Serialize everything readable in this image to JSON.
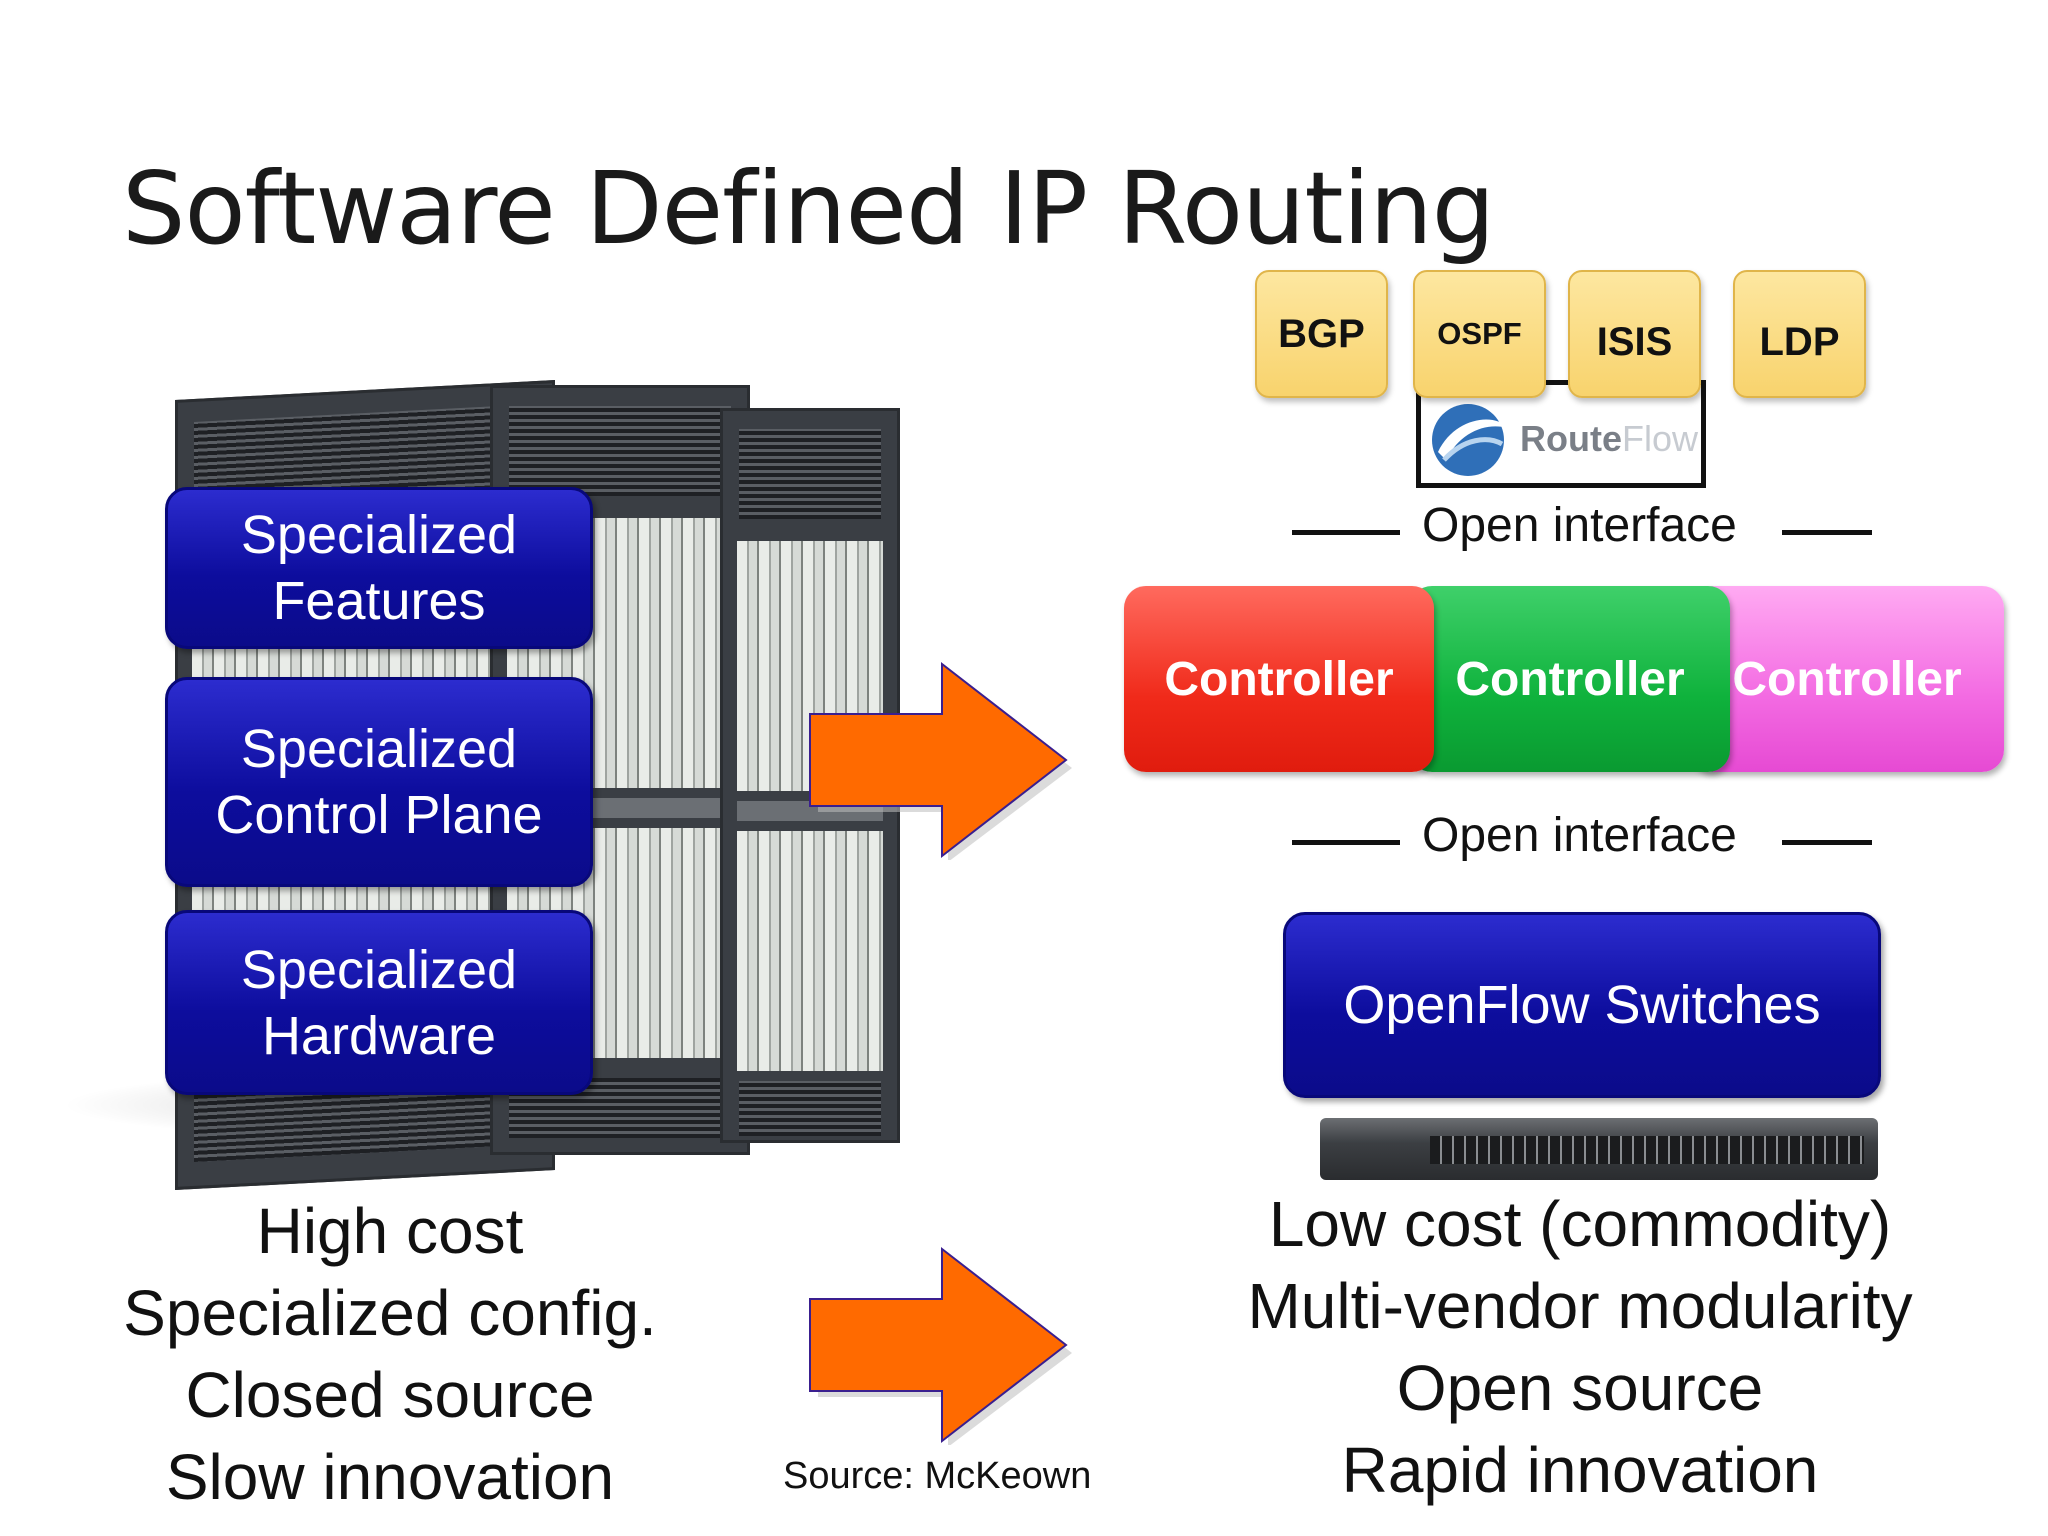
{
  "title": "Software Defined IP Routing",
  "left": {
    "stack": [
      {
        "label": "Specialized\nFeatures"
      },
      {
        "label": "Specialized\nControl Plane"
      },
      {
        "label": "Specialized\nHardware"
      }
    ],
    "traits": [
      "High cost",
      "Specialized config.",
      "Closed source",
      "Slow innovation"
    ]
  },
  "right": {
    "protocols": [
      "BGP",
      "OSPF",
      "ISIS",
      "LDP"
    ],
    "routeflow": {
      "part1": "Route",
      "part2": "Flow"
    },
    "open_interface_top": "Open interface",
    "controllers": [
      "Controller",
      "Controller",
      "Controller"
    ],
    "open_interface_bottom": "Open interface",
    "switches_label": "OpenFlow Switches",
    "traits": [
      "Low cost (commodity)",
      "Multi-vendor modularity",
      "Open source",
      "Rapid innovation"
    ]
  },
  "source": "Source: McKeown",
  "colors": {
    "blue_box": "#0d0d9d",
    "arrow": "#ff6a00",
    "protocol_box": "#f8d36d",
    "controller_red": "#f02a1a",
    "controller_green": "#0fb23c",
    "controller_pink": "#f36ae2"
  }
}
